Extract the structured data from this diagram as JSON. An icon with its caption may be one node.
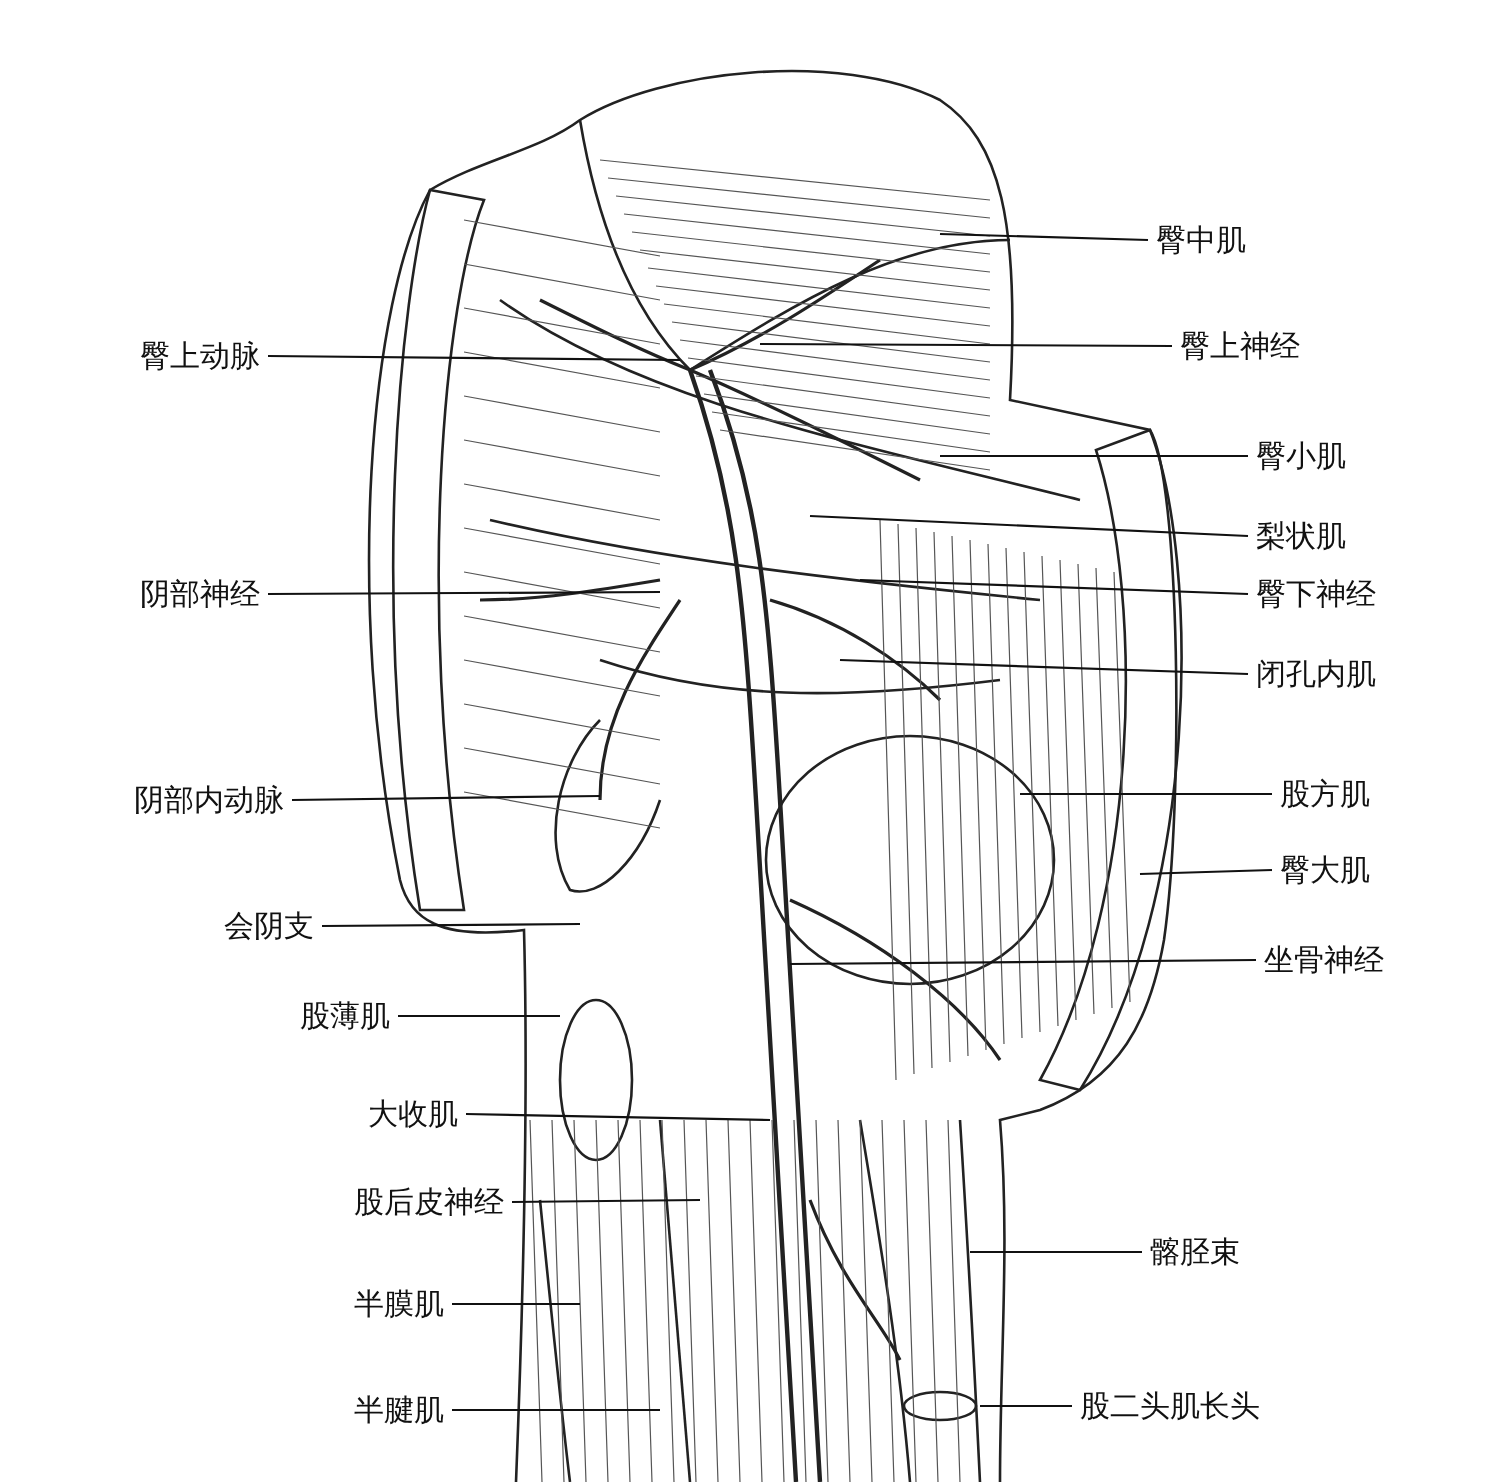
{
  "diagram": {
    "nodes": [
      {
        "text": [
          "臀中肌"
        ]
      },
      {
        "text": [
          "臀上动脉"
        ]
      },
      {
        "text": [
          "臀上神经"
        ]
      },
      {
        "text": [
          "臀小肌"
        ]
      },
      {
        "text": [
          "梨状肌"
        ]
      },
      {
        "text": [
          "阴部神经"
        ]
      },
      {
        "text": [
          "臀下神经"
        ]
      },
      {
        "text": [
          "闭孔内肌"
        ]
      },
      {
        "text": [
          "股方肌"
        ]
      },
      {
        "text": [
          "阴部内动脉"
        ]
      },
      {
        "text": [
          "臀大肌"
        ]
      },
      {
        "text": [
          "会阴支"
        ]
      },
      {
        "text": [
          "坐骨神经"
        ]
      },
      {
        "text": [
          "股薄肌"
        ]
      },
      {
        "text": [
          "大收肌"
        ]
      },
      {
        "text": [
          "股后皮神经"
        ]
      },
      {
        "text": [
          "髂胫束"
        ]
      },
      {
        "text": [
          "半膜肌"
        ]
      },
      {
        "text": [
          "半腱肌"
        ]
      },
      {
        "text": [
          "股二头肌长头"
        ]
      }
    ],
    "edges": [
      {
        "from": 0,
        "to": null,
        "arrow": "none"
      },
      {
        "from": 1,
        "to": null,
        "arrow": "none"
      },
      {
        "from": 2,
        "to": null,
        "arrow": "none"
      },
      {
        "from": 3,
        "to": null,
        "arrow": "none"
      },
      {
        "from": 4,
        "to": null,
        "arrow": "none"
      },
      {
        "from": 5,
        "to": null,
        "arrow": "none"
      },
      {
        "from": 6,
        "to": null,
        "arrow": "none"
      },
      {
        "from": 7,
        "to": null,
        "arrow": "none"
      },
      {
        "from": 8,
        "to": null,
        "arrow": "none"
      },
      {
        "from": 9,
        "to": null,
        "arrow": "none"
      },
      {
        "from": 10,
        "to": null,
        "arrow": "none"
      },
      {
        "from": 11,
        "to": null,
        "arrow": "none"
      },
      {
        "from": 12,
        "to": null,
        "arrow": "none"
      },
      {
        "from": 13,
        "to": null,
        "arrow": "none"
      },
      {
        "from": 14,
        "to": null,
        "arrow": "none"
      },
      {
        "from": 15,
        "to": null,
        "arrow": "none"
      },
      {
        "from": 16,
        "to": null,
        "arrow": "none"
      },
      {
        "from": 17,
        "to": null,
        "arrow": "none"
      },
      {
        "from": 18,
        "to": null,
        "arrow": "none"
      },
      {
        "from": 19,
        "to": null,
        "arrow": "none"
      }
    ]
  }
}
